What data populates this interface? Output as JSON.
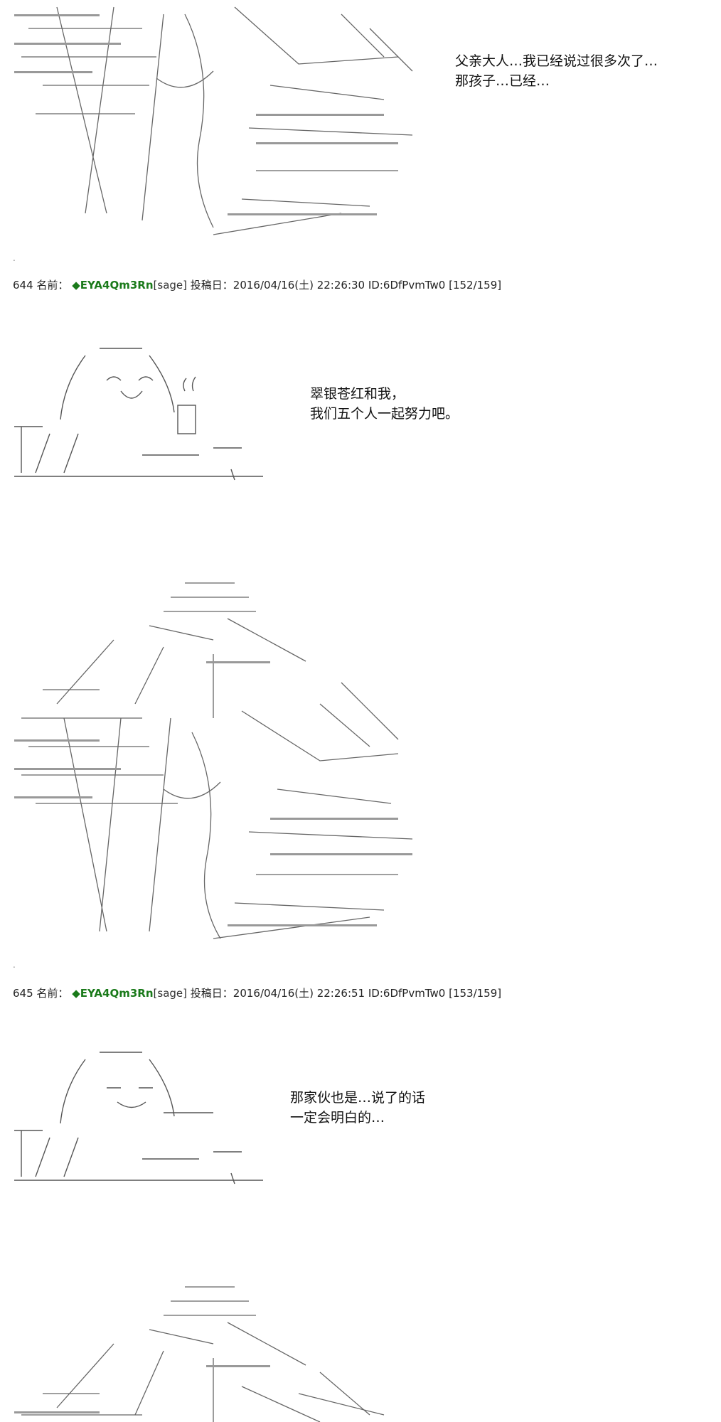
{
  "posts": [
    {
      "dialogue": [
        "父亲大人…我已经说过很多次了…",
        "那孩子…已经…"
      ]
    },
    {
      "header": {
        "number": "644",
        "name_label": "名前：",
        "name": "◆EYA4Qm3Rn",
        "mail": "[sage]",
        "date_label": "投稿日：",
        "date": "2016/04/16(土) 22:26:30",
        "id": "ID:6DfPvmTw0",
        "count": "[152/159]"
      },
      "dialogue": [
        "翠银苍红和我，",
        "我们五个人一起努力吧。"
      ]
    },
    {
      "header": {
        "number": "645",
        "name_label": "名前：",
        "name": "◆EYA4Qm3Rn",
        "mail": "[sage]",
        "date_label": "投稿日：",
        "date": "2016/04/16(土) 22:26:51",
        "id": "ID:6DfPvmTw0",
        "count": "[153/159]"
      },
      "dialogue": [
        "那家伙也是…说了的话",
        "一定会明白的…"
      ]
    }
  ]
}
